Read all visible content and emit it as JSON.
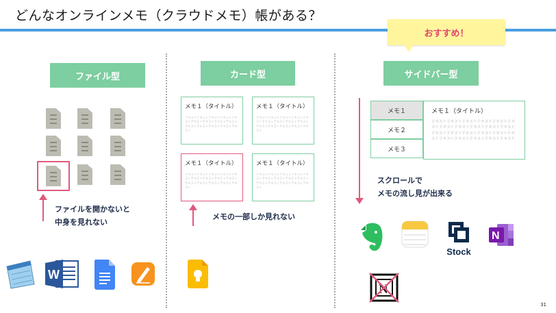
{
  "slide": {
    "title": "どんなオンラインメモ（クラウドメモ）帳がある？",
    "page_number": "31",
    "callout": "おすすめ！"
  },
  "columns": {
    "file": {
      "label": "ファイル型",
      "note_line1": "ファイルを開かないと",
      "note_line2": "中身を見れない"
    },
    "card": {
      "label": "カード型",
      "cards": [
        {
          "title": "メモ１（タイトル）",
          "body": "テキストテキストテキストテキストテキストテキストテキストテキストテキストテキストテキストテキストテキストテキスト"
        },
        {
          "title": "メモ１（タイトル）",
          "body": "テキストテキストテキストテキストテキストテキストテキストテキストテキストテキストテキストテキストテキストテキスト"
        },
        {
          "title": "メモ１（タイトル）",
          "body": "テキストテキストテキストテキストテキストテキストテキストテキストテキストテキストテキストテキストテキストテキスト"
        },
        {
          "title": "メモ１（タイトル）",
          "body": "テキストテキストテキストテキストテキストテキストテキストテキストテキストテキストテキストテキストテキストテキスト"
        }
      ],
      "note": "メモの一部しか見れない"
    },
    "sidebar": {
      "label": "サイドバー型",
      "items": [
        "メモ１",
        "メモ２",
        "メモ３"
      ],
      "pane_title": "メモ１（タイトル）",
      "pane_body": "テキストテキストテキストテキストテキストテキストテキストテキストテキストテキストテキストテキストテキストテキストテキストテキストテキストテキストテキストテキストテキストテキスト",
      "note_line1": "スクロールで",
      "note_line2": "メモの流し見が出来る"
    }
  },
  "apps": {
    "file_type": [
      "notepad-icon",
      "word-icon",
      "google-docs-icon",
      "pages-icon"
    ],
    "card_type": [
      "google-keep-icon"
    ],
    "sidebar_type": [
      "evernote-icon",
      "apple-notes-icon",
      "stock-icon",
      "onenote-icon",
      "notion-crossed-icon"
    ],
    "stock_label": "Stock"
  },
  "colors": {
    "accent_blue": "#4a9fe0",
    "label_green": "#7dcea0",
    "highlight_red": "#e05a7d",
    "callout_yellow": "#fff59d",
    "note_navy": "#1f2d4a"
  }
}
